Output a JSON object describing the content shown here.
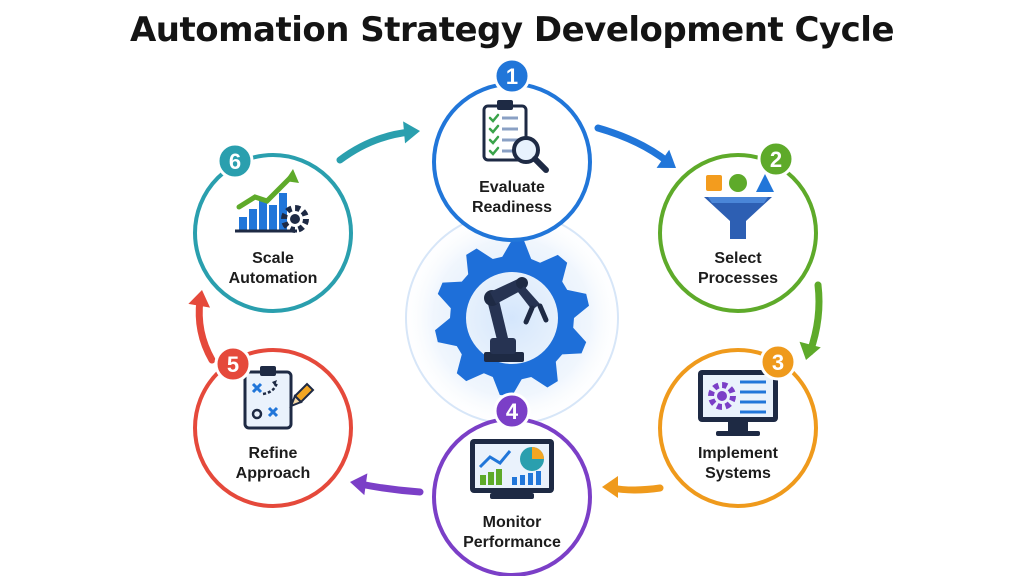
{
  "title": "Automation Strategy Development Cycle",
  "center": {
    "icon": "robotic-arm-gear-icon",
    "color": "#1e6fd9"
  },
  "steps": [
    {
      "number": "1",
      "lines": [
        "Evaluate",
        "Readiness"
      ],
      "color": "#2176d9",
      "icon": "clipboard-magnifier-icon"
    },
    {
      "number": "2",
      "lines": [
        "Select",
        "Processes"
      ],
      "color": "#5eaa2a",
      "icon": "funnel-shapes-icon"
    },
    {
      "number": "3",
      "lines": [
        "Implement",
        "Systems"
      ],
      "color": "#ef9a1c",
      "icon": "monitor-gear-icon"
    },
    {
      "number": "4",
      "lines": [
        "Monitor",
        "Performance"
      ],
      "color": "#7b3fc7",
      "icon": "dashboard-monitor-icon"
    },
    {
      "number": "5",
      "lines": [
        "Refine",
        "Approach"
      ],
      "color": "#e5493b",
      "icon": "strategy-clipboard-pencil-icon"
    },
    {
      "number": "6",
      "lines": [
        "Scale",
        "Automation"
      ],
      "color": "#2a9fae",
      "icon": "growth-chart-gear-icon"
    }
  ]
}
